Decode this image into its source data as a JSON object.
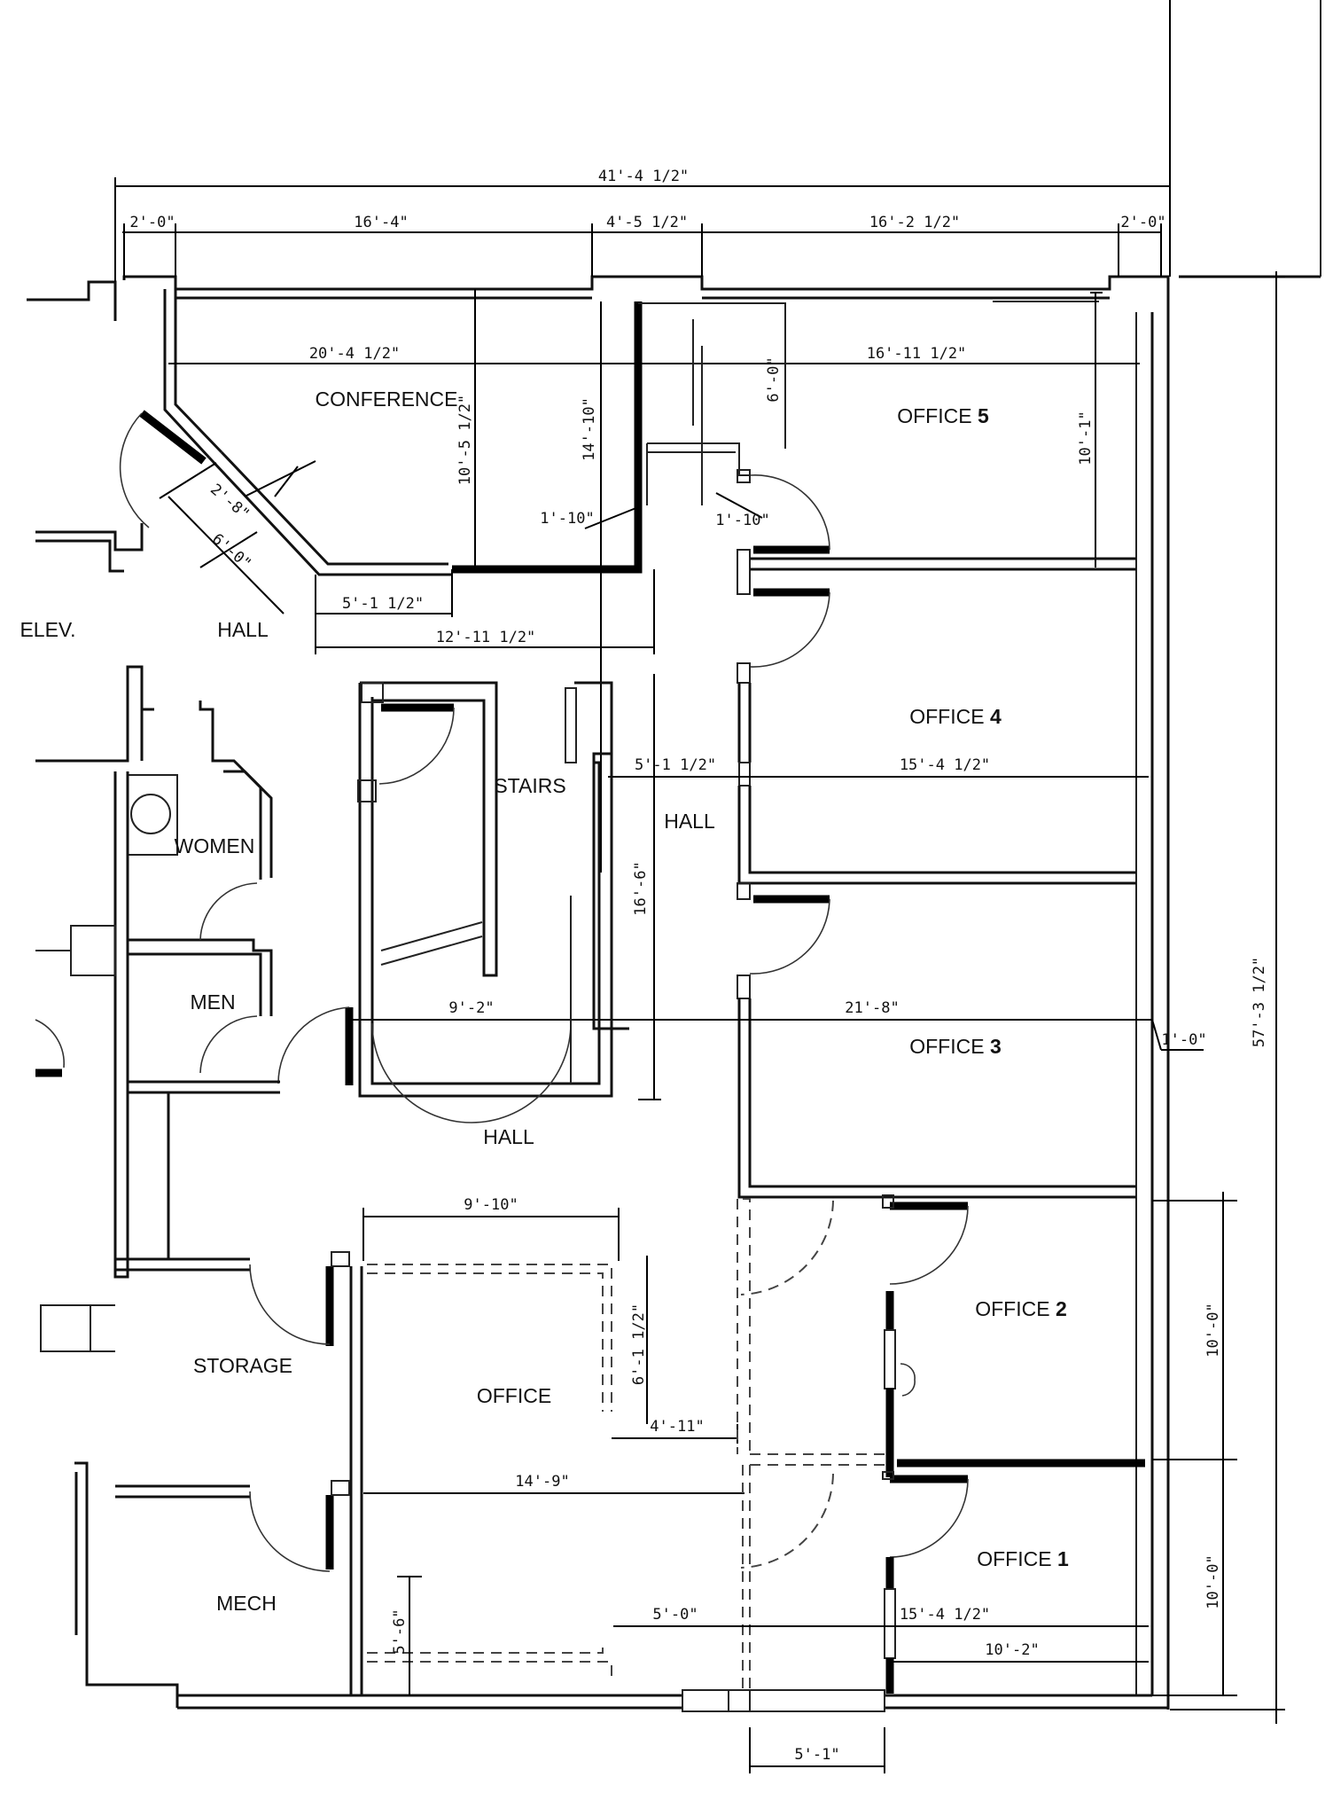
{
  "rooms": {
    "conference": "CONFERENCE",
    "office5": "OFFICE",
    "office5_num": "5",
    "elev": "ELEV.",
    "hall_top": "HALL",
    "office4": "OFFICE",
    "office4_num": "4",
    "stairs": "STAIRS",
    "hall_mid": "HALL",
    "women": "WOMEN",
    "men": "MEN",
    "office3": "OFFICE",
    "office3_num": "3",
    "hall_lower": "HALL",
    "office2": "OFFICE",
    "office2_num": "2",
    "storage": "STORAGE",
    "office": "OFFICE",
    "office1": "OFFICE",
    "office1_num": "1",
    "mech": "MECH"
  },
  "dimensions": {
    "overall_width": "41'-4 1/2\"",
    "top_2_0_left": "2'-0\"",
    "top_16_4": "16'-4\"",
    "top_4_5_1_2": "4'-5 1/2\"",
    "top_16_2_1_2": "16'-2 1/2\"",
    "top_2_0_right": "2'-0\"",
    "conf_width": "20'-4 1/2\"",
    "office5_width": "16'-11 1/2\"",
    "conf_depth": "10'-5 1/2\"",
    "depth_14_10": "14'-10\"",
    "depth_6_0": "6'-0\"",
    "office5_depth": "10'-1\"",
    "door_1_10_a": "1'-10\"",
    "door_1_10_b": "1'-10\"",
    "angle_2_8": "2'-8\"",
    "angle_6_0": "6'-0\"",
    "hall_5_1_1_2": "5'-1 1/2\"",
    "hall_12_11_1_2": "12'-11 1/2\"",
    "hall_5_1_1_2_b": "5'-1 1/2\"",
    "office4_width": "15'-4 1/2\"",
    "stair_depth": "16'-6\"",
    "stair_9_2": "9'-2\"",
    "span_21_8": "21'-8\"",
    "wall_1_0": "1'-0\"",
    "overall_depth": "57'-3 1/2\"",
    "office_9_10": "9'-10\"",
    "office_6_1_1_2": "6'-1 1/2\"",
    "office_4_11": "4'-11\"",
    "office_14_9": "14'-9\"",
    "office2_10_0": "10'-0\"",
    "office1_10_0": "10'-0\"",
    "mech_5_6": "5'-6\"",
    "bottom_5_0": "5'-0\"",
    "office1_width": "15'-4 1/2\"",
    "office1_10_2": "10'-2\"",
    "bottom_5_1": "5'-1\""
  }
}
